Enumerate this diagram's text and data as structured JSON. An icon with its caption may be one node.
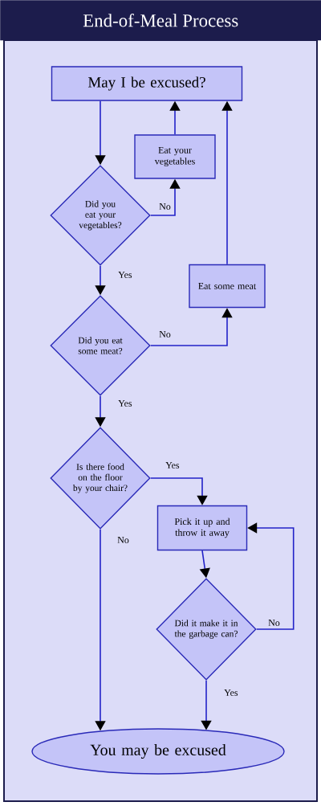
{
  "diagram": {
    "title": "End-of-Meal Process",
    "nodes": [
      {
        "text": [
          "May I be excused?"
        ]
      },
      {
        "text": [
          "Eat your vegetables"
        ]
      },
      {
        "text": [
          "Did you eat your vegetables?"
        ]
      },
      {
        "text": [
          "Eat some meat"
        ]
      },
      {
        "text": [
          "Did you eat some meat?"
        ]
      },
      {
        "text": [
          "Is there food on the floor by your chair?"
        ]
      },
      {
        "text": [
          "Pick it up and throw it away"
        ]
      },
      {
        "text": [
          "Did it make it in the garbage can?"
        ]
      },
      {
        "text": [
          "You may be excused"
        ]
      }
    ],
    "edges": [
      {
        "from": 0,
        "to": 2,
        "arrow": "to"
      },
      {
        "from": 2,
        "to": 1,
        "arrow": "to",
        "label": "No"
      },
      {
        "from": 1,
        "to": 0,
        "arrow": "to"
      },
      {
        "from": 2,
        "to": 4,
        "arrow": "to",
        "label": "Yes"
      },
      {
        "from": 4,
        "to": 3,
        "arrow": "to",
        "label": "No"
      },
      {
        "from": 3,
        "to": 0,
        "arrow": "to"
      },
      {
        "from": 4,
        "to": 5,
        "arrow": "to",
        "label": "Yes"
      },
      {
        "from": 5,
        "to": 6,
        "arrow": "to",
        "label": "Yes"
      },
      {
        "from": 5,
        "to": 8,
        "arrow": "to",
        "label": "No"
      },
      {
        "from": 6,
        "to": 7,
        "arrow": "to"
      },
      {
        "from": 7,
        "to": 6,
        "arrow": "to",
        "label": "No"
      },
      {
        "from": 7,
        "to": 8,
        "arrow": "to",
        "label": "Yes"
      }
    ]
  }
}
